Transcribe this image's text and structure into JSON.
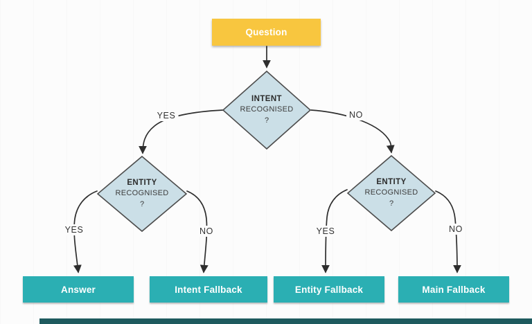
{
  "diagram": {
    "question": {
      "label": "Question"
    },
    "decisions": [
      {
        "title": "INTENT",
        "subtitle": "RECOGNISED",
        "mark": "?"
      },
      {
        "title": "ENTITY",
        "subtitle": "RECOGNISED",
        "mark": "?"
      },
      {
        "title": "ENTITY",
        "subtitle": "RECOGNISED",
        "mark": "?"
      }
    ],
    "edge_labels": {
      "intent_yes": "YES",
      "intent_no": "NO",
      "entity_left_yes": "YES",
      "entity_left_no": "NO",
      "entity_right_yes": "YES",
      "entity_right_no": "NO"
    },
    "outcomes": [
      {
        "label": "Answer"
      },
      {
        "label": "Intent Fallback"
      },
      {
        "label": "Entity Fallback"
      },
      {
        "label": "Main Fallback"
      }
    ],
    "colors": {
      "question_fill": "#F8C63F",
      "decision_fill": "#CBDFE7",
      "decision_border": "#4D4D4D",
      "outcome_fill": "#2BAFB3",
      "connector": "#2E2E2E",
      "canvas_bg": "#FCFCFC",
      "label_text": "#333333",
      "node_text": "#FFFFFF",
      "bottom_bar": "#1E5A5E"
    }
  }
}
